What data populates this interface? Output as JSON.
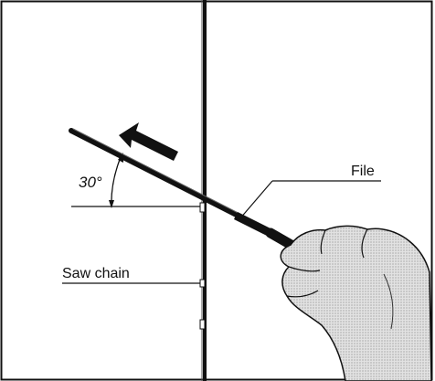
{
  "diagram": {
    "angle_label": "30°",
    "file_label": "File",
    "saw_chain_label": "Saw chain"
  },
  "colors": {
    "ink": "#111111",
    "hand_fill": "#d9d9d9",
    "background": "#ffffff"
  }
}
